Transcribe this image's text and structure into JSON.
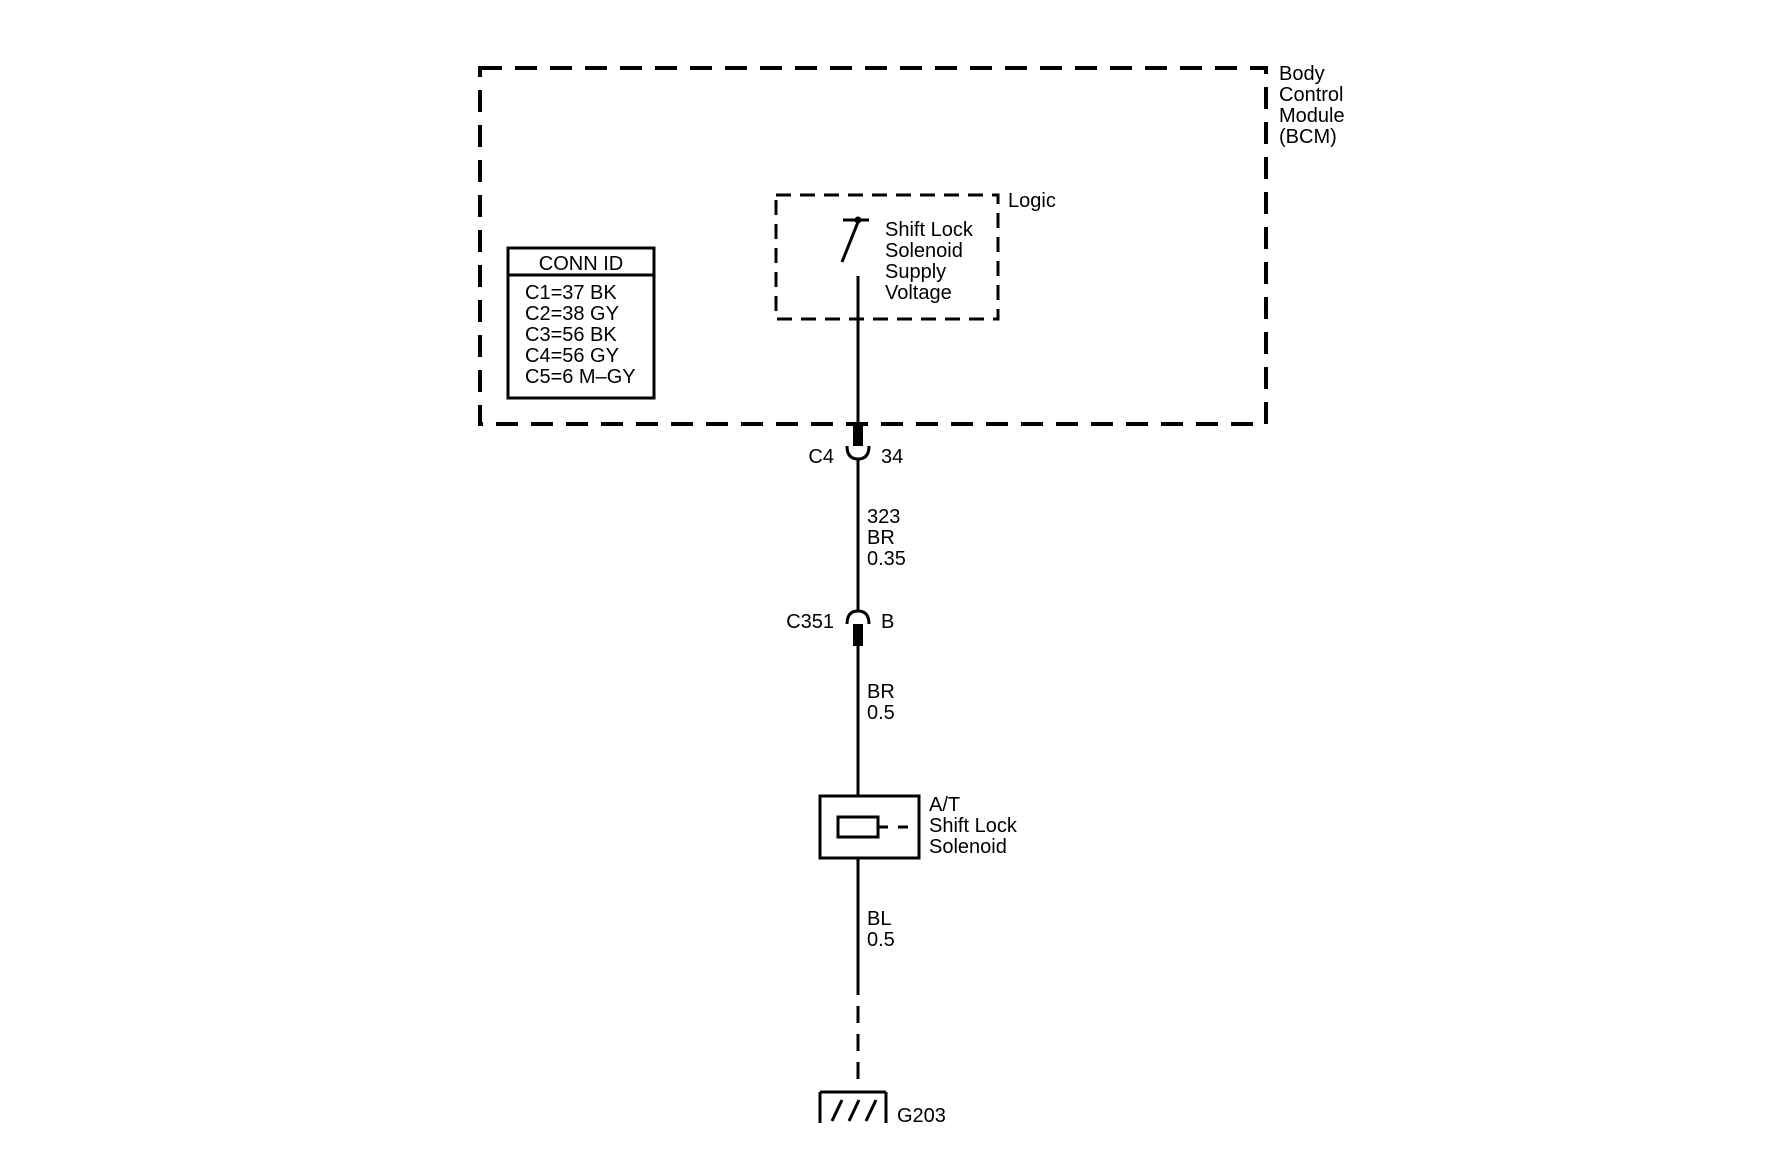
{
  "bcm": {
    "label_lines": [
      "Body",
      "Control",
      "Module",
      "(BCM)"
    ]
  },
  "conn_id": {
    "header": "CONN ID",
    "rows": [
      "C1=37 BK",
      "C2=38 GY",
      "C3=56 BK",
      "C4=56 GY",
      "C5=6 M–GY"
    ]
  },
  "logic": {
    "label": "Logic",
    "switch_lines": [
      "Shift Lock",
      "Solenoid",
      "Supply",
      "Voltage"
    ]
  },
  "connector_c4": {
    "name": "C4",
    "pin": "34"
  },
  "wire_upper": {
    "circuit": "323",
    "color": "BR",
    "gauge": "0.35"
  },
  "connector_c351": {
    "name": "C351",
    "pin": "B"
  },
  "wire_middle": {
    "color": "BR",
    "gauge": "0.5"
  },
  "solenoid": {
    "label_lines": [
      "A/T",
      "Shift Lock",
      "Solenoid"
    ]
  },
  "wire_lower": {
    "color": "BL",
    "gauge": "0.5"
  },
  "ground": {
    "name": "G203"
  }
}
